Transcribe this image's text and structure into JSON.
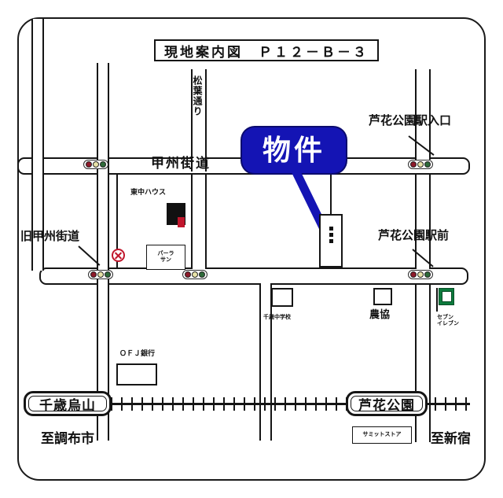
{
  "map": {
    "title": "現地案内図　Ｐ１２－Ｂ－３",
    "property_callout": "物件",
    "roads": {
      "koshu_kaido": "甲州街道",
      "old_koshu_kaido": "旧甲州街道",
      "matsuba_dori": "松葉通り"
    },
    "intersections": {
      "roka_koen_station_entrance": "芦花公園駅入口",
      "roka_koen_station_front": "芦花公園駅前"
    },
    "stations": {
      "left": "千歳烏山",
      "right": "芦花公園"
    },
    "directions": {
      "left": "至調布市",
      "right": "至新宿"
    },
    "poi": {
      "higashinaka_house": "東中ハウス",
      "parlor_sun": "パーラ\nサン",
      "chitose_junior_high": "千歳中学校",
      "noukyou": "農協",
      "seven_eleven": "セブン\nイレブン",
      "mr_donut": "ＯＦＪ銀行",
      "family_store": "サミットストア"
    },
    "colors": {
      "callout_bg": "#1414b4",
      "callout_text": "#ffffff",
      "ink": "#151515",
      "paper": "#ffffff",
      "signal_red": "#8e1b2b",
      "signal_yellow": "#e8e3a8",
      "signal_green": "#2f6b3a",
      "no_entry_red": "#c0162c",
      "store_green": "#0c7a3c"
    },
    "signals": {
      "bulbs": [
        "red",
        "yellow",
        "green"
      ],
      "count_total": 5
    }
  }
}
